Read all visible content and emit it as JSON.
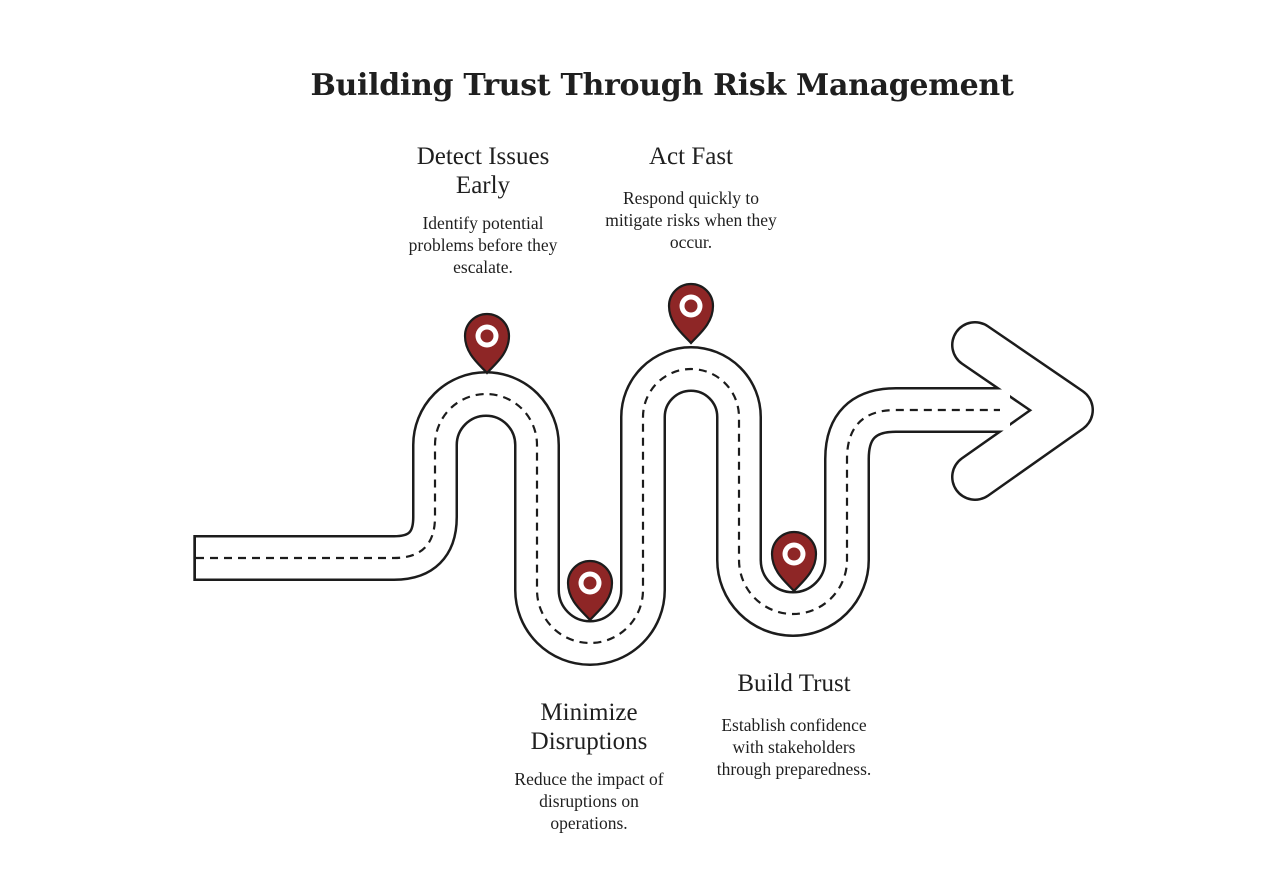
{
  "title": "Building Trust Through Risk Management",
  "steps": [
    {
      "title": "Detect Issues Early",
      "description": "Identify potential problems before they escalate."
    },
    {
      "title": "Minimize Disruptions",
      "description": "Reduce the impact of disruptions on operations."
    },
    {
      "title": "Act Fast",
      "description": "Respond quickly to mitigate risks when they occur."
    },
    {
      "title": "Build Trust",
      "description": "Establish confidence with stakeholders through preparedness."
    }
  ],
  "colors": {
    "marker": "#8e2626",
    "road_outline": "#1c1c1c",
    "road_fill": "#ffffff"
  },
  "icons": {
    "marker": "location-pin-icon",
    "arrow": "arrow-head-icon"
  }
}
